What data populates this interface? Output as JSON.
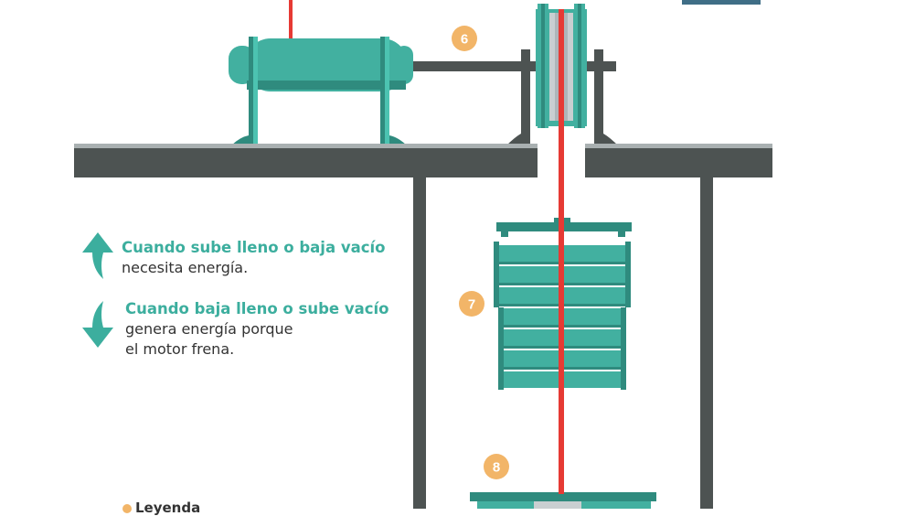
{
  "colors": {
    "teal": "#42b0a0",
    "teal_dark": "#2f8b7e",
    "steel": "#4d5352",
    "rope": "#e63a34",
    "badge": "#f2b568",
    "text": "#333333",
    "accent_text": "#3cae9e"
  },
  "badges": {
    "b6": "6",
    "b7": "7",
    "b8": "8"
  },
  "notes": {
    "up": {
      "title": "Cuando sube lleno o baja vacío",
      "line1": "necesita energía.",
      "icon": "arrow-up-icon"
    },
    "down": {
      "title": "Cuando baja lleno o sube vacío",
      "line1": "genera energía porque",
      "line2": "el motor frena.",
      "icon": "arrow-down-icon"
    }
  },
  "legend": {
    "label": "Leyenda"
  }
}
